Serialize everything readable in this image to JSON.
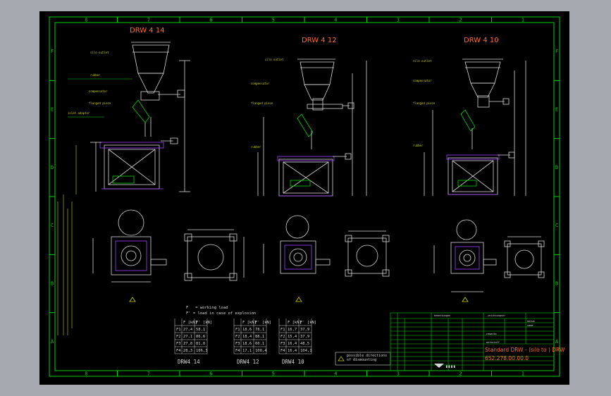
{
  "colors": {
    "background": "#a6aab0",
    "sheet": "#000000",
    "frame": "#00d000",
    "line": "#d8d8d8",
    "title": "#ff6a2a",
    "annot": "#d0d000",
    "purple": "#a040ff",
    "cyan": "#40c0ff"
  },
  "titles": {
    "drw14": "DRW 4 14",
    "drw12": "DRW 4 12",
    "drw10": "DRW 4 10"
  },
  "border": {
    "top_numbers": [
      "8",
      "7",
      "6",
      "5",
      "4",
      "3",
      "2",
      "1"
    ],
    "bottom_numbers": [
      "8",
      "7",
      "6",
      "5",
      "4",
      "3",
      "2",
      "1"
    ],
    "left_letters": [
      "F",
      "E",
      "D",
      "C",
      "B",
      "A"
    ],
    "right_letters": [
      "F",
      "E",
      "D",
      "C",
      "B",
      "A"
    ]
  },
  "legend": {
    "line1": "F   = working load",
    "line2": "F' = load in case of explosion"
  },
  "loads": {
    "headers": [
      "F [kN]",
      "F' [kN]"
    ],
    "tables": [
      {
        "name": "DRW4 14",
        "rows": [
          [
            "F1",
            "27,4",
            "58,1"
          ],
          [
            "F2",
            "27,1",
            "86,6"
          ],
          [
            "F3",
            "27,8",
            "81,8"
          ],
          [
            "F4",
            "28,3",
            "106,3"
          ]
        ]
      },
      {
        "name": "DRW4 12",
        "rows": [
          [
            "F1",
            "18,6",
            "78,1"
          ],
          [
            "F2",
            "18,4",
            "88,1"
          ],
          [
            "F3",
            "18,6",
            "60,1"
          ],
          [
            "F4",
            "17,1",
            "100,4"
          ]
        ]
      },
      {
        "name": "DRW4 10",
        "rows": [
          [
            "F1",
            "16,7",
            "37,9"
          ],
          [
            "F2",
            "15,4",
            "37,9"
          ],
          [
            "F3",
            "16,4",
            "48,5"
          ],
          [
            "F4",
            "16,4",
            "104,1"
          ]
        ]
      }
    ]
  },
  "mounting_note": "possible directions of dismounting",
  "title_block": {
    "title": "Standard DRW - (silo to ) DRW",
    "number": "652.278.00.00.0"
  }
}
